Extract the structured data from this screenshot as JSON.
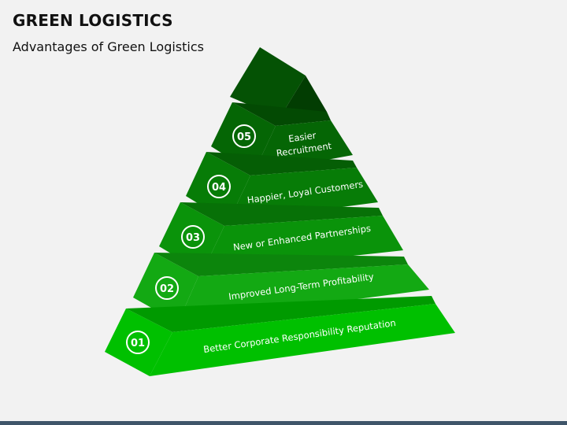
{
  "header": {
    "title": "GREEN LOGISTICS",
    "subtitle": "Advantages of Green Logistics"
  },
  "levels": [
    {
      "number": "01",
      "label_lines": [
        "Better Corporate Responsibility Reputation"
      ]
    },
    {
      "number": "02",
      "label_lines": [
        "Improved Long-Term Profitability"
      ]
    },
    {
      "number": "03",
      "label_lines": [
        "New or Enhanced Partnerships"
      ]
    },
    {
      "number": "04",
      "label_lines": [
        "Happier, Loyal Customers"
      ]
    },
    {
      "number": "05",
      "label_lines": [
        "Easier",
        "Recruitment"
      ]
    }
  ],
  "colors": {
    "background": "#f2f2f2",
    "level_01": "#00c000",
    "level_02": "#13a913",
    "level_03": "#0a930a",
    "level_04": "#077c07",
    "level_05": "#056605",
    "apex": "#045204",
    "bottom_bar": "#3f5569"
  }
}
